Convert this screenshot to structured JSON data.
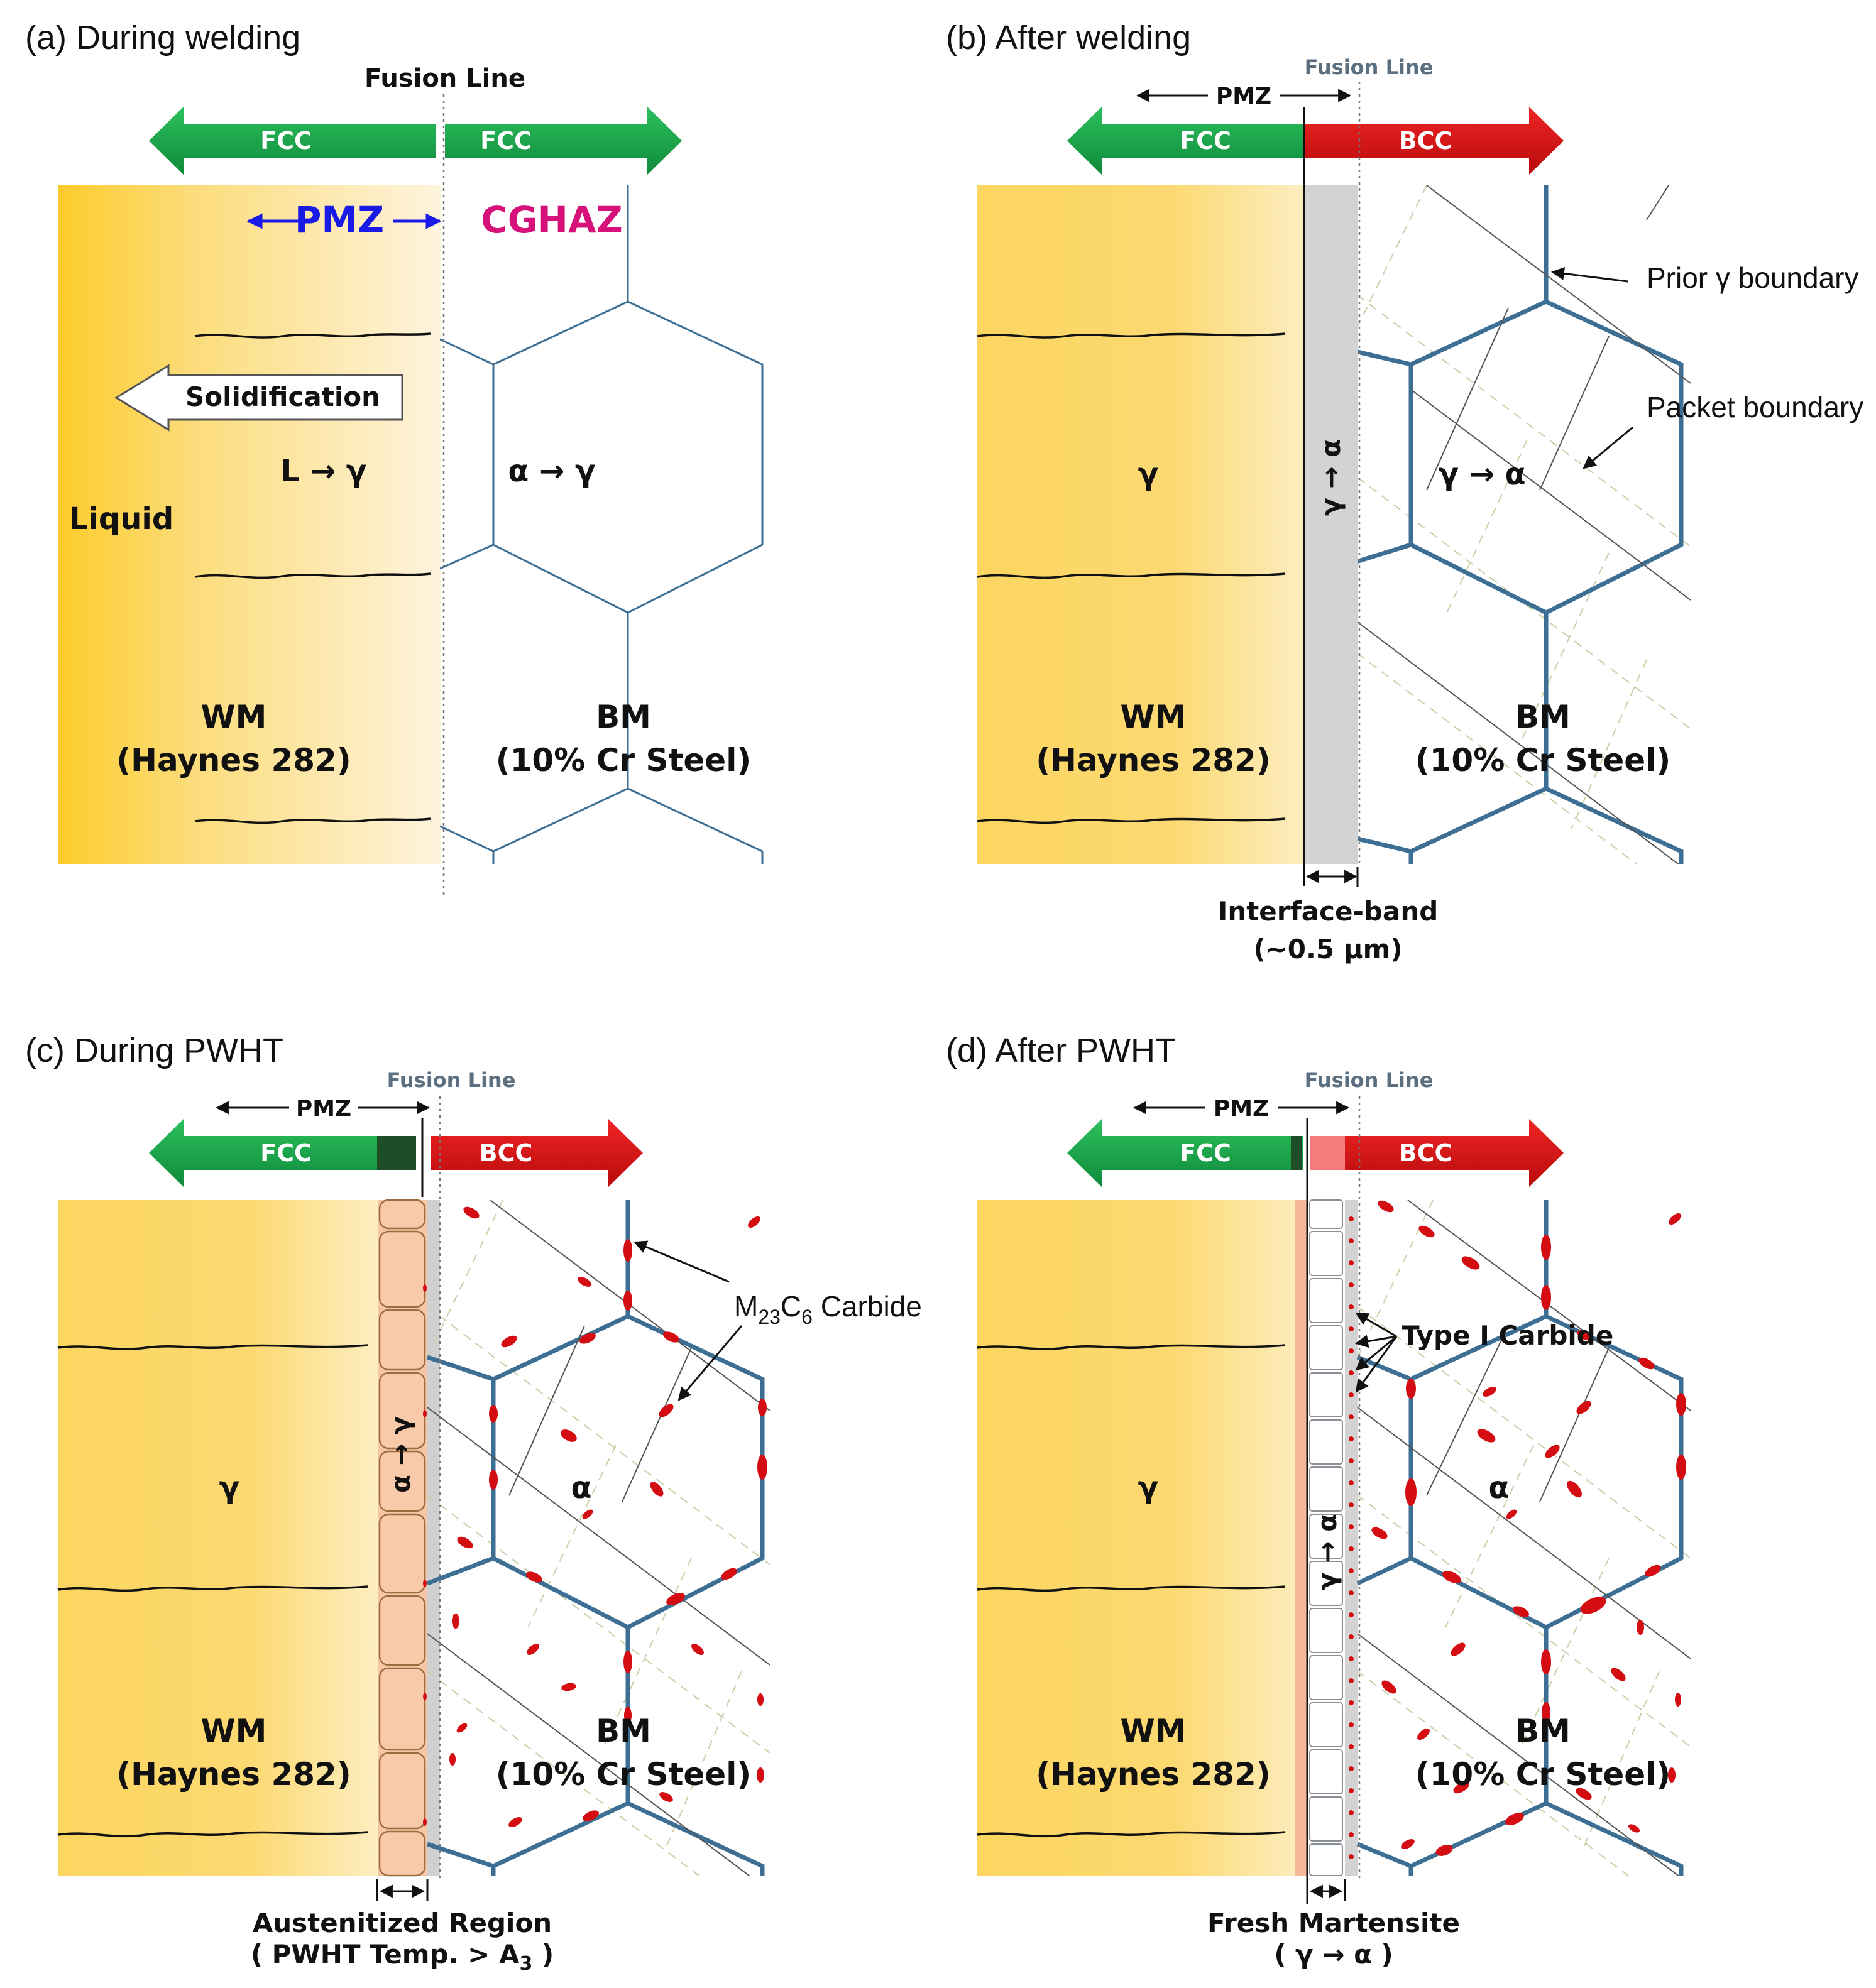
{
  "colors": {
    "fcc_arrow": "#1aa34a",
    "bcc_arrow": "#d81414",
    "weld_metal": "#fcd86e",
    "grain_boundary": "#3d6f94",
    "carbide": "#d40d12",
    "pmz_dark": "#1f4d28",
    "austenite_band": "#f7c6a6",
    "interface_band": "#c9c9c9"
  },
  "panels": {
    "a": {
      "title": "(a) During welding",
      "fusion_line": "Fusion Line",
      "fcc_left": "FCC",
      "fcc_right": "FCC",
      "pmz": "PMZ",
      "cghaz": "CGHAZ",
      "solidification": "Solidification",
      "l_to_gamma": "L → γ",
      "alpha_to_gamma": "α → γ",
      "liquid": "Liquid",
      "wm": "WM",
      "wm_alloy": "(Haynes 282)",
      "bm": "BM",
      "bm_alloy": "(10% Cr Steel)"
    },
    "b": {
      "title": "(b) After welding",
      "fusion_line": "Fusion Line",
      "pmz": "PMZ",
      "fcc": "FCC",
      "bcc": "BCC",
      "prior_gamma": "Prior γ boundary",
      "packet": "Packet boundary",
      "gamma": "γ",
      "gamma_to_alpha_vertical": "γ → α",
      "gamma_to_alpha": "γ → α",
      "wm": "WM",
      "wm_alloy": "(Haynes 282)",
      "bm": "BM",
      "bm_alloy": "(10% Cr Steel)",
      "interface_band": "Interface-band",
      "interface_width": "(~0.5 μm)"
    },
    "c": {
      "title": "(c) During PWHT",
      "fusion_line": "Fusion Line",
      "pmz": "PMZ",
      "fcc": "FCC",
      "bcc": "BCC",
      "carbide_prefix": "M",
      "carbide_sub1": "23",
      "carbide_mid": "C",
      "carbide_sub2": "6",
      "carbide_suffix": " Carbide",
      "alpha_to_gamma_vertical": "α → γ",
      "gamma": "γ",
      "alpha": "α",
      "wm": "WM",
      "wm_alloy": "(Haynes 282)",
      "bm": "BM",
      "bm_alloy": "(10% Cr Steel)",
      "austenitized": "Austenitized Region",
      "pwht_prefix": "( PWHT Temp. > A",
      "pwht_sub": "3",
      "pwht_suffix": " )"
    },
    "d": {
      "title": "(d) After PWHT",
      "fusion_line": "Fusion Line",
      "pmz": "PMZ",
      "fcc": "FCC",
      "bcc": "BCC",
      "type1": "Type I Carbide",
      "gamma_to_alpha_vertical": "γ → α",
      "gamma": "γ",
      "alpha": "α",
      "wm": "WM",
      "wm_alloy": "(Haynes 282)",
      "bm": "BM",
      "bm_alloy": "(10% Cr Steel)",
      "fresh_martensite": "Fresh Martensite",
      "fresh_transform": "( γ → α )"
    }
  }
}
